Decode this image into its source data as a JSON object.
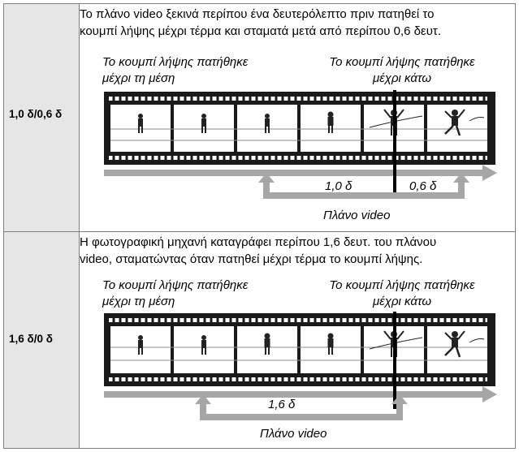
{
  "rows": [
    {
      "label": "1,0 δ/0,6 δ",
      "desc_line1": "Το πλάνο video ξεκινά περίπου ένα δευτερόλεπτο πριν πατηθεί το",
      "desc_line2": "κουμπί λήψης μέχρι τέρμα και σταματά μετά από περίπου 0,6 δευτ.",
      "half_press_line1": "Το κουμπί λήψης πατήθηκε",
      "half_press_line2": "μέχρι τη μέση",
      "full_press_line1": "Το κουμπί λήψης πατήθηκε",
      "full_press_line2": "μέχρι κάτω",
      "segment_before": "1,0 δ",
      "segment_after": "0,6 δ",
      "clip_label": "Πλάνο video"
    },
    {
      "label": "1,6 δ/0 δ",
      "desc_line1": "Η φωτογραφική μηχανή καταγράφει περίπου 1,6 δευτ. του πλάνου",
      "desc_line2": "video, σταματώντας όταν πατηθεί μέχρι τέρμα το κουμπί λήψης.",
      "half_press_line1": "Το κουμπί λήψης πατήθηκε",
      "half_press_line2": "μέχρι τη μέση",
      "full_press_line1": "Το κουμπί λήψης πατήθηκε",
      "full_press_line2": "μέχρι κάτω",
      "segment_before": "1,6 δ",
      "clip_label": "Πλάνο video"
    }
  ],
  "colors": {
    "label_bg": "#e6e6e6",
    "film": "#1a1a1a",
    "arrow": "#a6a6a6",
    "marker": "#000000"
  }
}
